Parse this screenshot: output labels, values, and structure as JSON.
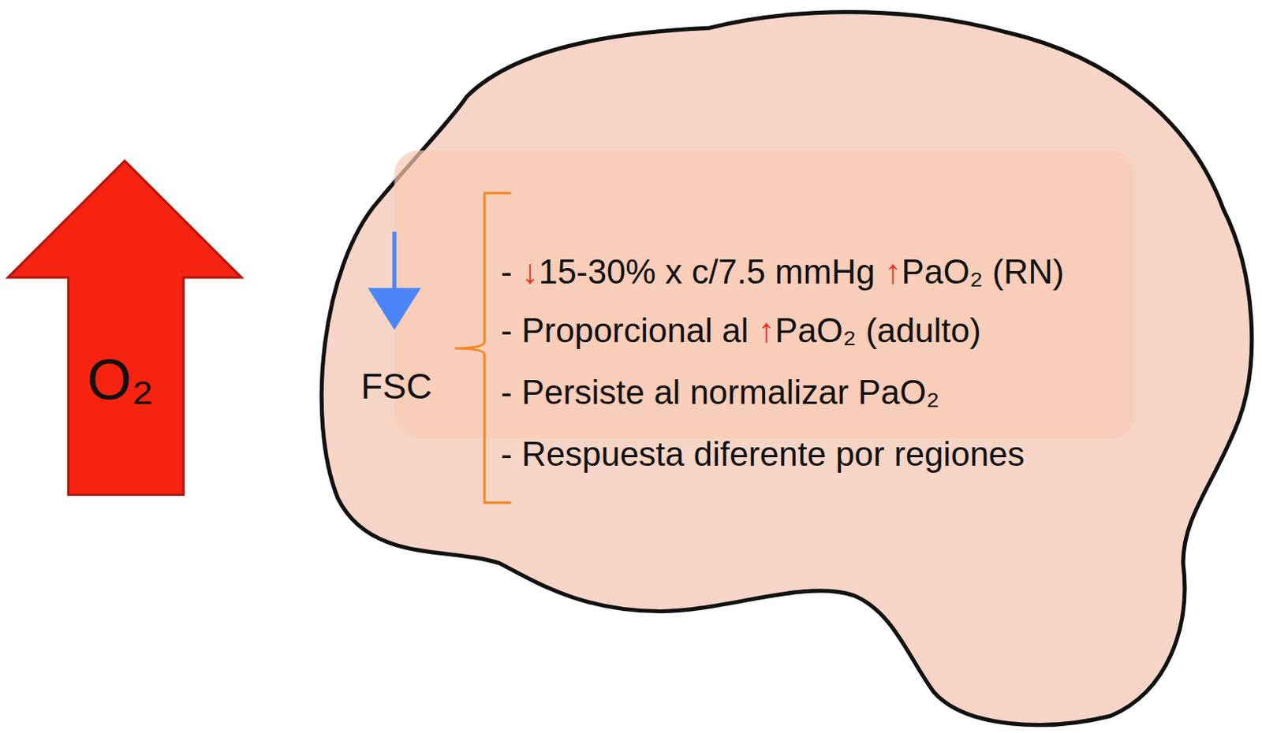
{
  "diagram": {
    "nodes": [
      {
        "text": [
          "O₂"
        ]
      },
      {
        "text": [
          "FSC",
          "- ↓15-30% x c/7.5 mmHg ↑PaO₂ (RN)",
          "- Proporcional al ↑PaO₂ (adulto)",
          "- Persiste al normalizar PaO₂",
          "- Respuesta diferente por regiones"
        ]
      }
    ]
  }
}
